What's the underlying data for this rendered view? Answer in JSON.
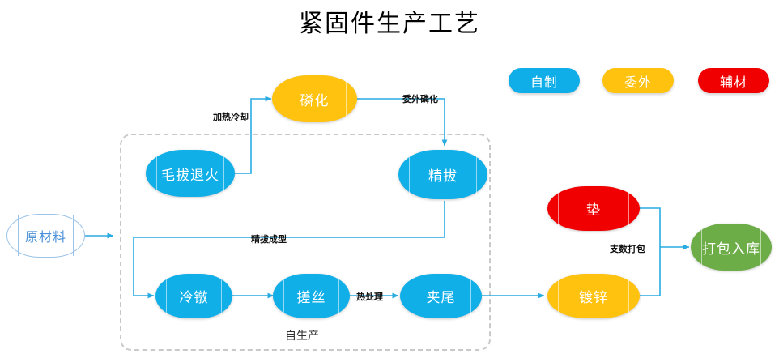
{
  "title": "紧固件生产工艺",
  "legend": {
    "items": [
      {
        "label": "自制",
        "color": "#0FAEE8"
      },
      {
        "label": "委外",
        "color": "#FFC20E"
      },
      {
        "label": "辅材",
        "color": "#F00000"
      }
    ]
  },
  "group": {
    "label": "自生产"
  },
  "nodes": [
    {
      "id": "raw",
      "label": "原材料",
      "color": "#FFFFFF",
      "kind": "plain"
    },
    {
      "id": "anneal",
      "label": "毛拔退火",
      "color": "#11AFE8",
      "kind": "blue"
    },
    {
      "id": "phosphate",
      "label": "磷化",
      "color": "#FFC20E",
      "kind": "yellow"
    },
    {
      "id": "finedraw",
      "label": "精拔",
      "color": "#11AFE8",
      "kind": "blue"
    },
    {
      "id": "heading",
      "label": "冷镦",
      "color": "#11AFE8",
      "kind": "blue"
    },
    {
      "id": "threading",
      "label": "搓丝",
      "color": "#11AFE8",
      "kind": "blue"
    },
    {
      "id": "tailclamp",
      "label": "夹尾",
      "color": "#11AFE8",
      "kind": "blue"
    },
    {
      "id": "washer",
      "label": "垫",
      "color": "#F00000",
      "kind": "red"
    },
    {
      "id": "galvanize",
      "label": "镀锌",
      "color": "#FFC20E",
      "kind": "yellow"
    },
    {
      "id": "packing",
      "label": "打包入库",
      "color": "#6CAD47",
      "kind": "green"
    }
  ],
  "edge_labels": [
    {
      "id": "heat-cool",
      "text": "加热冷却"
    },
    {
      "id": "out-phos",
      "text": "委外磷化"
    },
    {
      "id": "finedraw-form",
      "text": "精拔成型"
    },
    {
      "id": "heat-treat",
      "text": "热处理"
    },
    {
      "id": "count-pack",
      "text": "支数打包"
    }
  ],
  "colors": {
    "accent_blue": "#11AFE8",
    "connector": "#29ABE2",
    "group_border": "#C9C9C9",
    "yellow": "#FFC20E",
    "red": "#F00000",
    "green": "#6CAD47"
  }
}
